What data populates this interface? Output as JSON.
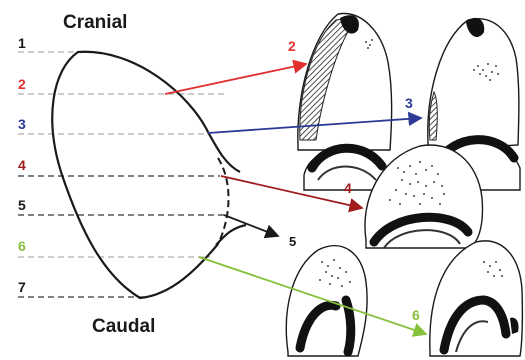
{
  "labels": {
    "cranial": "Cranial",
    "caudal": "Caudal"
  },
  "levels": [
    {
      "num": "1",
      "color": "#1a1a1a"
    },
    {
      "num": "2",
      "color": "#e03030"
    },
    {
      "num": "3",
      "color": "#2c3a96"
    },
    {
      "num": "4",
      "color": "#a01c1c"
    },
    {
      "num": "5",
      "color": "#1a1a1a"
    },
    {
      "num": "6",
      "color": "#86c03a"
    },
    {
      "num": "7",
      "color": "#1a1a1a"
    }
  ],
  "callouts": [
    {
      "num": "2",
      "color": "#e03030"
    },
    {
      "num": "3",
      "color": "#2c3a96"
    },
    {
      "num": "4",
      "color": "#a01c1c"
    },
    {
      "num": "5",
      "color": "#1a1a1a"
    },
    {
      "num": "6",
      "color": "#86c03a"
    }
  ]
}
